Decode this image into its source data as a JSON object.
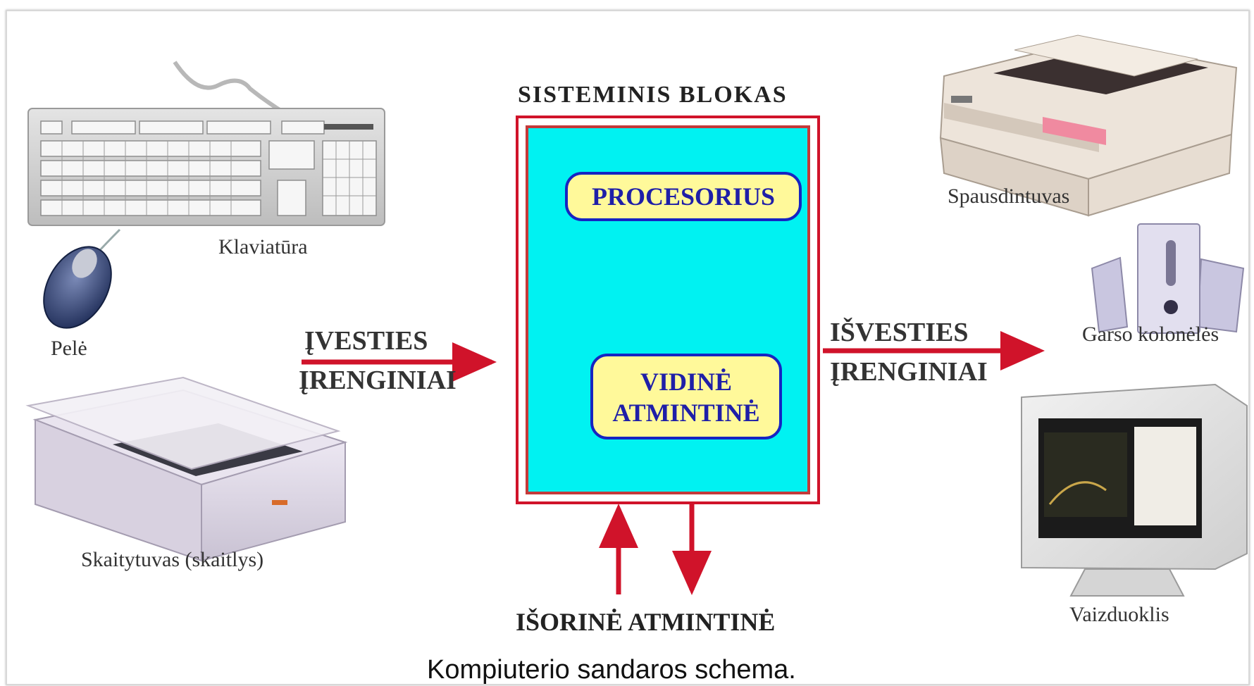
{
  "system_unit": {
    "title": "SISTEMINIS  BLOKAS",
    "processor": "PROCESORIUS",
    "memory_line1": "VIDINĖ",
    "memory_line2": "ATMINTINĖ"
  },
  "input": {
    "line1": "ĮVESTIES",
    "line2": "ĮRENGINIAI",
    "devices": {
      "keyboard": "Klaviatūra",
      "mouse": "Pelė",
      "scanner": "Skaitytuvas (skaitlys)"
    }
  },
  "output": {
    "line1": "IŠVESTIES",
    "line2": "ĮRENGINIAI",
    "devices": {
      "printer": "Spausdintuvas",
      "speakers": "Garso  kolonėlės",
      "monitor": "Vaizduoklis"
    }
  },
  "external_memory": "IŠORINĖ  ATMINTINĖ",
  "caption": "Kompiuterio sandaros schema.",
  "colors": {
    "arrow": "#d0132a",
    "system_fill": "#00f2f2",
    "pill_fill": "#fff99a",
    "pill_text": "#1f1fa8"
  }
}
